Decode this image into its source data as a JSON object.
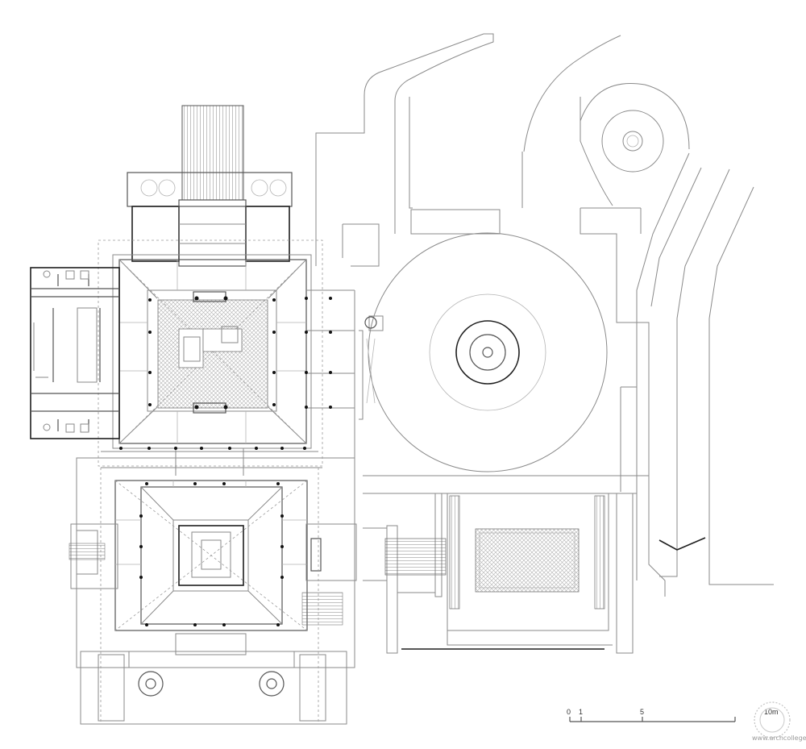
{
  "scale_bar": {
    "labels": [
      "0",
      "1",
      "5",
      "10m"
    ]
  },
  "watermark": {
    "text": "www.archcollege.com"
  },
  "colors": {
    "line": "#8a8a8a",
    "light": "#b4b4b4",
    "dark": "#1e1e1e",
    "background": "#ffffff"
  },
  "icons": [
    "watermark-seal-icon"
  ]
}
